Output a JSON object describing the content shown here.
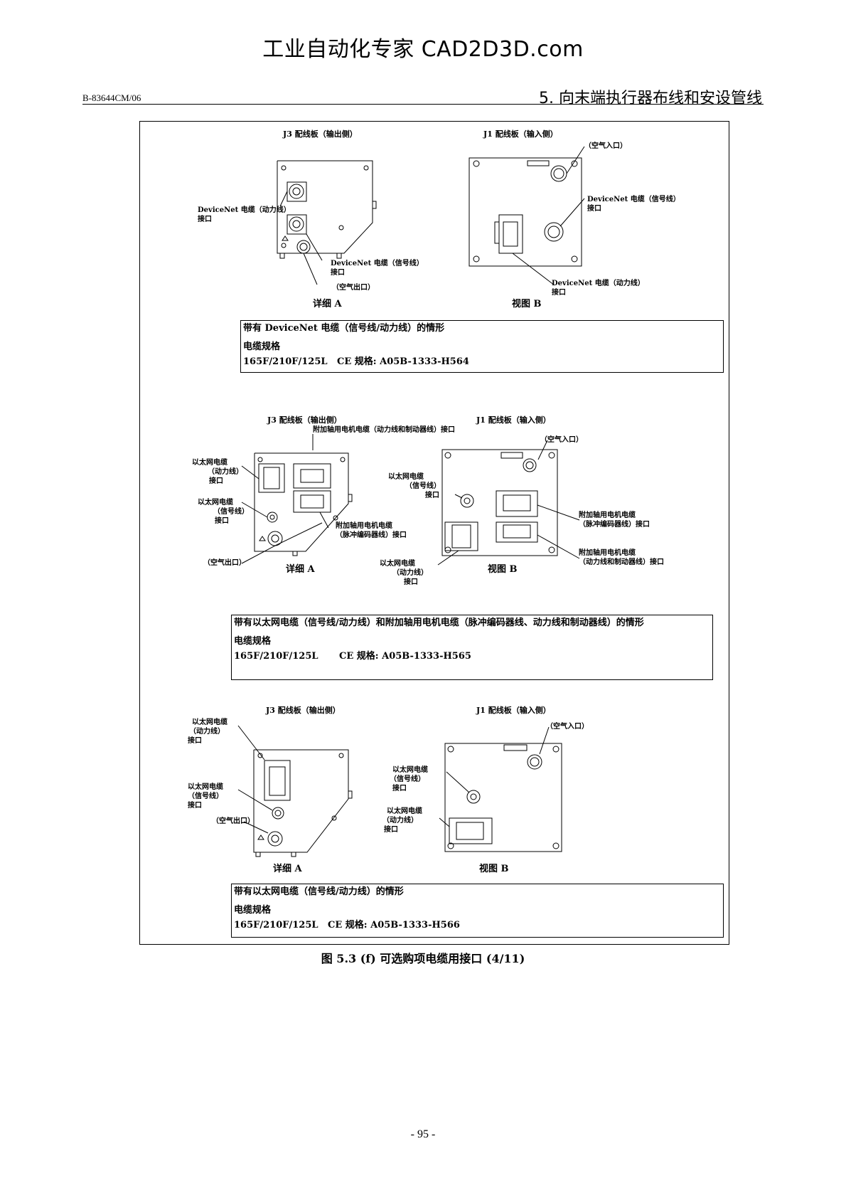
{
  "header": {
    "watermark": "工业自动化专家 CAD2D3D.com",
    "doc_id": "B-83644CM/06",
    "chapter": "5. 向末端执行器布线和安设管线"
  },
  "sections": [
    {
      "title_left": "J3 配线板（输出侧）",
      "title_right": "J1 配线板（输入侧）",
      "caption_left": "详细 A",
      "caption_right": "视图 B",
      "labels": {
        "devnet_power": "DeviceNet 电缆（动力线）",
        "port": "接口",
        "devnet_signal": "DeviceNet 电缆（信号线）",
        "air_out": "（空气出口）",
        "air_in": "（空气入口）",
        "devnet_signal_r": "DeviceNet 电缆（信号线）",
        "devnet_power_r": "DeviceNet 电缆（动力线）"
      },
      "spec": {
        "title": "带有 DeviceNet 电缆（信号线/动力线）的情形",
        "label": "电缆规格",
        "models": "165F/210F/125L",
        "ce": "CE 规格: A05B-1333-H564"
      }
    },
    {
      "title_left": "J3 配线板（输出侧）",
      "title_right": "J1 配线板（输入侧）",
      "caption_left": "详细 A",
      "caption_right": "视图 B",
      "labels": {
        "aux_motor_brake": "附加轴用电机电缆（动力线和制动器线）接口",
        "eth_power_1": "以太网电缆",
        "eth_power_2": "（动力线）",
        "eth_power_3": "接口",
        "eth_signal_1": "以太网电缆",
        "eth_signal_2": "（信号线）",
        "eth_signal_3": "接口",
        "aux_pulse_1": "附加轴用电机电缆",
        "aux_pulse_2": "（脉冲编码器线）接口",
        "air_out": "（空气出口）",
        "air_in": "（空气入口）",
        "r_eth_signal_1": "以太网电缆",
        "r_eth_signal_2": "（信号线）",
        "r_eth_signal_3": "接口",
        "r_aux_pulse_1": "附加轴用电机电缆",
        "r_aux_pulse_2": "（脉冲编码器线）接口",
        "r_aux_brake_1": "附加轴用电机电缆",
        "r_aux_brake_2": "（动力线和制动器线）接口",
        "r_eth_power_1": "以太网电缆",
        "r_eth_power_2": "（动力线）",
        "r_eth_power_3": "接口"
      },
      "spec": {
        "title": "带有以太网电缆（信号线/动力线）和附加轴用电机电缆（脉冲编码器线、动力线和制动器线）的情形",
        "label": "电缆规格",
        "models": "165F/210F/125L",
        "ce": "CE 规格: A05B-1333-H565"
      }
    },
    {
      "title_left": "J3 配线板（输出侧）",
      "title_right": "J1 配线板（输入侧）",
      "caption_left": "详细 A",
      "caption_right": "视图 B",
      "labels": {
        "eth_power_1": "以太网电缆",
        "eth_power_2": "（动力线）",
        "eth_power_3": "接口",
        "eth_signal_1": "以太网电缆",
        "eth_signal_2": "（信号线）",
        "eth_signal_3": "接口",
        "air_out": "（空气出口）",
        "air_in": "（空气入口）",
        "r_eth_signal_1": "以太网电缆",
        "r_eth_signal_2": "（信号线）",
        "r_eth_signal_3": "接口",
        "r_eth_power_1": "以太网电缆",
        "r_eth_power_2": "（动力线）",
        "r_eth_power_3": "接口"
      },
      "spec": {
        "title": "带有以太网电缆（信号线/动力线）的情形",
        "label": "电缆规格",
        "models": "165F/210F/125L",
        "ce": "CE 规格: A05B-1333-H566"
      }
    }
  ],
  "figure_caption": "图 5.3 (f)  可选购项电缆用接口 (4/11)",
  "page_number": "- 95 -"
}
